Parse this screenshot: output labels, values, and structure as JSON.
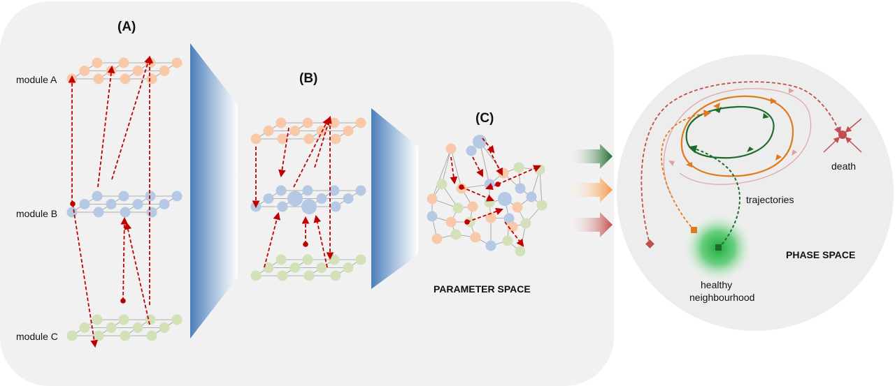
{
  "panels": {
    "a_label": "(A)",
    "b_label": "(B)",
    "c_label": "(C)"
  },
  "modules": {
    "a": "module A",
    "b": "module B",
    "c": "module C"
  },
  "parameter_space": "PARAMETER SPACE",
  "phase_space": {
    "title": "PHASE SPACE",
    "death": "death",
    "trajectories": "trajectories",
    "healthy_line1": "healthy",
    "healthy_line2": "neighbourhood"
  },
  "colors": {
    "module_a": "#f9c8a8",
    "module_b": "#b6c9e4",
    "module_c": "#d2e1b7",
    "red_link": "#c00000",
    "green_traj": "#1e6b2c",
    "orange_traj": "#e07a1f",
    "red_traj": "#c0504d",
    "wedge_blue": "#4a7ebb",
    "panel_bg": "#f1f1f1"
  },
  "icons": [
    "green-arrow-icon",
    "orange-arrow-icon",
    "red-arrow-icon",
    "attractor-icon"
  ]
}
